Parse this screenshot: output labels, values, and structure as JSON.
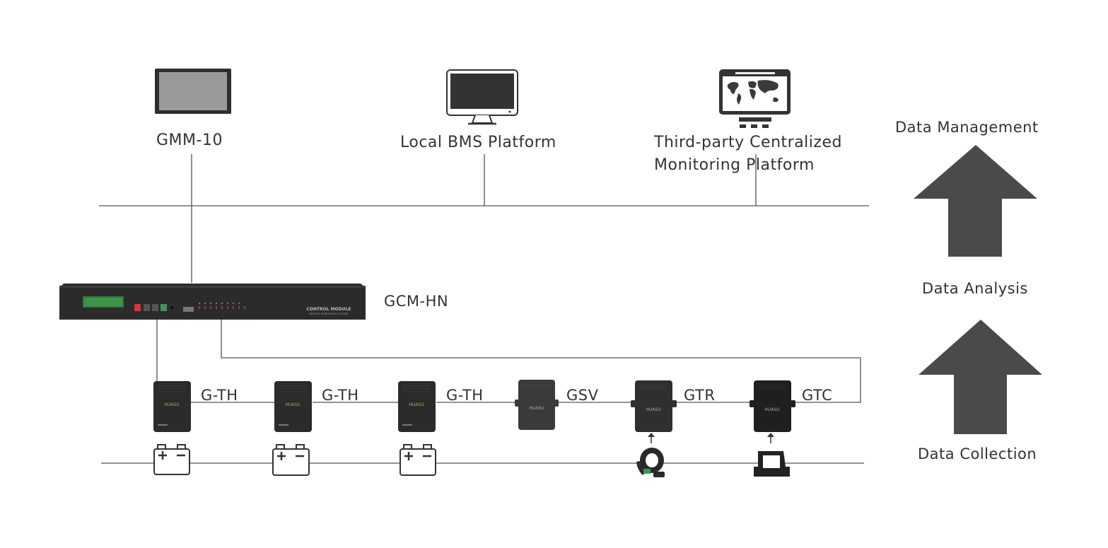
{
  "top_nodes": {
    "gmm": "GMM-10",
    "local_bms": "Local BMS Platform",
    "third_party_line1": "Third-party Centralized",
    "third_party_line2": "Monitoring Platform"
  },
  "controller": {
    "label": "GCM-HN",
    "panel_text_line1": "CONTROL MODULE",
    "panel_text_line2": "BATTERY MONITORING SYSTEM"
  },
  "devices": [
    {
      "label": "G-TH",
      "brand": "HUASU"
    },
    {
      "label": "G-TH",
      "brand": "HUASU"
    },
    {
      "label": "G-TH",
      "brand": "HUASU"
    },
    {
      "label": "GSV",
      "brand": "HUASU"
    },
    {
      "label": "GTR",
      "brand": "HUASU"
    },
    {
      "label": "GTC",
      "brand": "HUASU"
    }
  ],
  "layers": {
    "management": "Data Management",
    "analysis": "Data Analysis",
    "collection": "Data Collection"
  },
  "colors": {
    "arrow": "#4a4a4a",
    "line": "#555555",
    "device": "#2b2b2b"
  },
  "icons": {
    "battery": "battery-icon",
    "plus": "+",
    "minus": "−"
  }
}
